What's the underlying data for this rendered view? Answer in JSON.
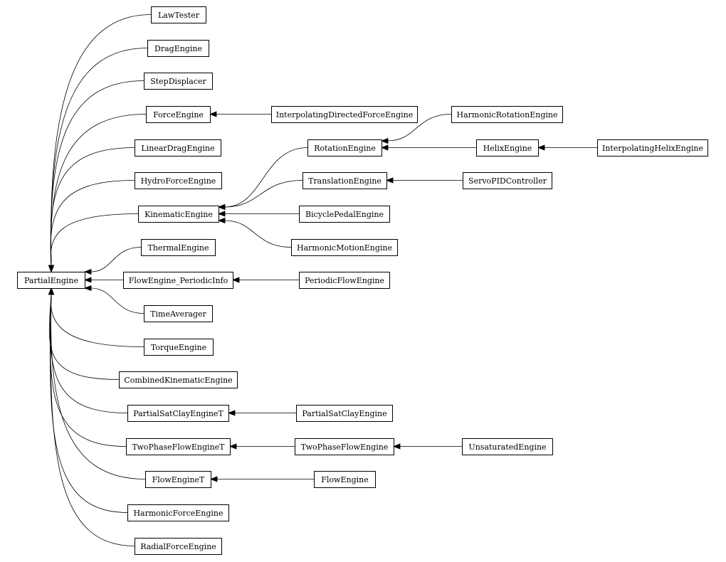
{
  "diagram": {
    "type": "class-inheritance-graph",
    "nodes": [
      {
        "id": "PartialEngine",
        "label": "PartialEngine"
      },
      {
        "id": "LawTester",
        "label": "LawTester"
      },
      {
        "id": "DragEngine",
        "label": "DragEngine"
      },
      {
        "id": "StepDisplacer",
        "label": "StepDisplacer"
      },
      {
        "id": "ForceEngine",
        "label": "ForceEngine"
      },
      {
        "id": "LinearDragEngine",
        "label": "LinearDragEngine"
      },
      {
        "id": "HydroForceEngine",
        "label": "HydroForceEngine"
      },
      {
        "id": "KinematicEngine",
        "label": "KinematicEngine"
      },
      {
        "id": "ThermalEngine",
        "label": "ThermalEngine"
      },
      {
        "id": "FlowEngine_PeriodicInfo",
        "label": "FlowEngine_PeriodicInfo"
      },
      {
        "id": "TimeAverager",
        "label": "TimeAverager"
      },
      {
        "id": "TorqueEngine",
        "label": "TorqueEngine"
      },
      {
        "id": "CombinedKinematicEngine",
        "label": "CombinedKinematicEngine"
      },
      {
        "id": "PartialSatClayEngineT",
        "label": "PartialSatClayEngineT"
      },
      {
        "id": "TwoPhaseFlowEngineT",
        "label": "TwoPhaseFlowEngineT"
      },
      {
        "id": "FlowEngineT",
        "label": "FlowEngineT"
      },
      {
        "id": "HarmonicForceEngine",
        "label": "HarmonicForceEngine"
      },
      {
        "id": "RadialForceEngine",
        "label": "RadialForceEngine"
      },
      {
        "id": "InterpolatingDirectedForceEngine",
        "label": "InterpolatingDirectedForceEngine"
      },
      {
        "id": "RotationEngine",
        "label": "RotationEngine"
      },
      {
        "id": "TranslationEngine",
        "label": "TranslationEngine"
      },
      {
        "id": "BicyclePedalEngine",
        "label": "BicyclePedalEngine"
      },
      {
        "id": "HarmonicMotionEngine",
        "label": "HarmonicMotionEngine"
      },
      {
        "id": "PeriodicFlowEngine",
        "label": "PeriodicFlowEngine"
      },
      {
        "id": "PartialSatClayEngine",
        "label": "PartialSatClayEngine"
      },
      {
        "id": "TwoPhaseFlowEngine",
        "label": "TwoPhaseFlowEngine"
      },
      {
        "id": "FlowEngine",
        "label": "FlowEngine"
      },
      {
        "id": "HarmonicRotationEngine",
        "label": "HarmonicRotationEngine"
      },
      {
        "id": "HelixEngine",
        "label": "HelixEngine"
      },
      {
        "id": "ServoPIDController",
        "label": "ServoPIDController"
      },
      {
        "id": "UnsaturatedEngine",
        "label": "UnsaturatedEngine"
      },
      {
        "id": "InterpolatingHelixEngine",
        "label": "InterpolatingHelixEngine"
      }
    ],
    "edges": [
      {
        "from": "LawTester",
        "to": "PartialEngine"
      },
      {
        "from": "DragEngine",
        "to": "PartialEngine"
      },
      {
        "from": "StepDisplacer",
        "to": "PartialEngine"
      },
      {
        "from": "ForceEngine",
        "to": "PartialEngine"
      },
      {
        "from": "LinearDragEngine",
        "to": "PartialEngine"
      },
      {
        "from": "HydroForceEngine",
        "to": "PartialEngine"
      },
      {
        "from": "KinematicEngine",
        "to": "PartialEngine"
      },
      {
        "from": "ThermalEngine",
        "to": "PartialEngine"
      },
      {
        "from": "FlowEngine_PeriodicInfo",
        "to": "PartialEngine"
      },
      {
        "from": "TimeAverager",
        "to": "PartialEngine"
      },
      {
        "from": "TorqueEngine",
        "to": "PartialEngine"
      },
      {
        "from": "CombinedKinematicEngine",
        "to": "PartialEngine"
      },
      {
        "from": "PartialSatClayEngineT",
        "to": "PartialEngine"
      },
      {
        "from": "TwoPhaseFlowEngineT",
        "to": "PartialEngine"
      },
      {
        "from": "FlowEngineT",
        "to": "PartialEngine"
      },
      {
        "from": "HarmonicForceEngine",
        "to": "PartialEngine"
      },
      {
        "from": "RadialForceEngine",
        "to": "PartialEngine"
      },
      {
        "from": "InterpolatingDirectedForceEngine",
        "to": "ForceEngine"
      },
      {
        "from": "RotationEngine",
        "to": "KinematicEngine"
      },
      {
        "from": "TranslationEngine",
        "to": "KinematicEngine"
      },
      {
        "from": "BicyclePedalEngine",
        "to": "KinematicEngine"
      },
      {
        "from": "HarmonicMotionEngine",
        "to": "KinematicEngine"
      },
      {
        "from": "PeriodicFlowEngine",
        "to": "FlowEngine_PeriodicInfo"
      },
      {
        "from": "PartialSatClayEngine",
        "to": "PartialSatClayEngineT"
      },
      {
        "from": "TwoPhaseFlowEngine",
        "to": "TwoPhaseFlowEngineT"
      },
      {
        "from": "FlowEngine",
        "to": "FlowEngineT"
      },
      {
        "from": "HarmonicRotationEngine",
        "to": "RotationEngine"
      },
      {
        "from": "HelixEngine",
        "to": "RotationEngine"
      },
      {
        "from": "ServoPIDController",
        "to": "TranslationEngine"
      },
      {
        "from": "UnsaturatedEngine",
        "to": "TwoPhaseFlowEngine"
      },
      {
        "from": "InterpolatingHelixEngine",
        "to": "HelixEngine"
      }
    ]
  }
}
